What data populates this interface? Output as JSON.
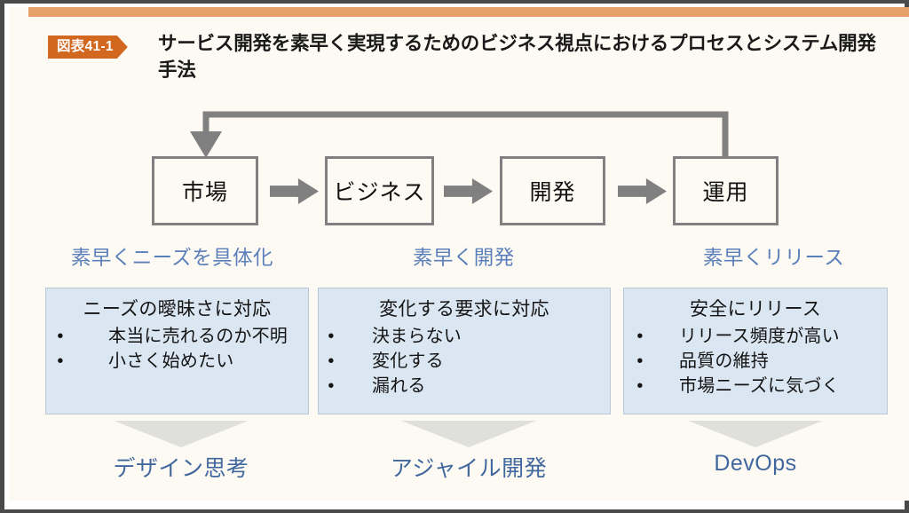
{
  "slide": {
    "accent_bar_color": "#e5a06a",
    "background_color": "#fdfaf3",
    "frame_color": "#4a4a4a"
  },
  "header": {
    "badge_label": "図表41-1",
    "badge_color": "#d2671f",
    "title": "サービス開発を素早く実現するためのビジネス視点におけるプロセスとシステム開発手法"
  },
  "flow": {
    "boxes": [
      {
        "label": "市場"
      },
      {
        "label": "ビジネス"
      },
      {
        "label": "開発"
      },
      {
        "label": "運用"
      }
    ],
    "arrow_color": "#808080",
    "feedback_loop": {
      "from": "運用",
      "to": "市場"
    }
  },
  "speed_captions": [
    {
      "label": "素早くニーズを具体化"
    },
    {
      "label": "素早く開発"
    },
    {
      "label": "素早くリリース"
    }
  ],
  "caption_color": "#5b7fba",
  "panels": [
    {
      "heading": "ニーズの曖昧さに対応",
      "bullets": [
        "本当に売れるのか不明",
        "小さく始めたい"
      ],
      "bullet_marker": "•"
    },
    {
      "heading": "変化する要求に対応",
      "bullets": [
        "決まらない",
        "変化する",
        "漏れる"
      ],
      "bullet_marker": "•"
    },
    {
      "heading": "安全にリリース",
      "bullets": [
        "リリース頻度が高い",
        "品質の維持",
        "市場ニーズに気づく"
      ],
      "bullet_marker": "•"
    }
  ],
  "panel_color": "#dae6f1",
  "methods": [
    {
      "label": "デザイン思考"
    },
    {
      "label": "アジャイル開発"
    },
    {
      "label": "DevOps"
    }
  ],
  "method_color": "#41689e",
  "chevron_color": "#dfdfdb"
}
